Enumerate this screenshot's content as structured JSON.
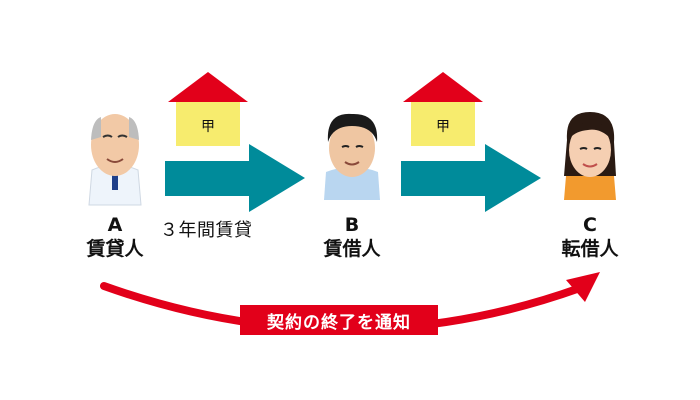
{
  "people": {
    "a": {
      "letter": "A",
      "role": "賃貸人"
    },
    "b": {
      "letter": "B",
      "role": "賃借人"
    },
    "c": {
      "letter": "C",
      "role": "転借人"
    }
  },
  "houses": {
    "first": {
      "label": "甲"
    },
    "second": {
      "label": "甲"
    }
  },
  "transfer": {
    "duration_label": "３年間賃貸"
  },
  "notice": {
    "label": "契約の終了を通知"
  },
  "colors": {
    "arrow_teal": "#008b9a",
    "roof_red": "#e2001a",
    "wall_yellow": "#f7ec6e",
    "notice_red": "#e2001a"
  }
}
